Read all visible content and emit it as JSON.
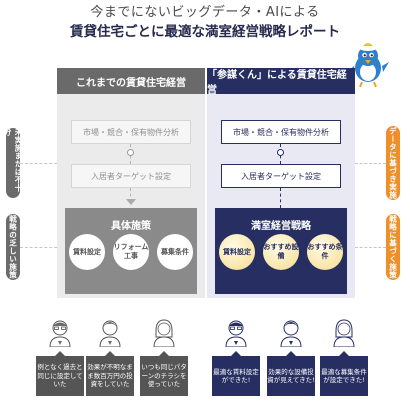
{
  "header": {
    "line1": "今までにないビッグデータ・AIによる",
    "line2": "賃貸住宅ごとに最適な満室経営戦略レポート"
  },
  "left_panel": {
    "title": "これまでの賃貸住宅経営",
    "step1": "市場・競合・保有物件分析",
    "step2": "入居者ターゲット設定",
    "action_title": "具体施策",
    "circles": [
      "賃料設定",
      "リフォーム工事",
      "募集条件"
    ]
  },
  "right_panel": {
    "title": "「参謀くん」による賃貸住宅経営",
    "step1": "市場・競合・保有物件分析",
    "step2": "入居者ターゲット設定",
    "action_title": "満室経営戦略",
    "circles": [
      "賃料設定",
      "おすすめ設備",
      "おすすめ条件"
    ]
  },
  "side_tags": {
    "left_top": "未実施または不十分",
    "left_bottom": "戦略の乏しい施策",
    "right_top": "データに基づき実施",
    "right_bottom": "戦略に基づく施策"
  },
  "bubbles_left": [
    "例となく過去と同じに設定していた",
    "効果が不明なまま数百万円の投資をしていた",
    "いつも同じパターンのチラシを使っていた"
  ],
  "bubbles_right": [
    "最適な賃料設定ができた!",
    "効果的な設備投資が見えてきた!",
    "最適な募集条件が設定できた!"
  ],
  "colors": {
    "navy": "#262e62",
    "gray": "#6a6a6a",
    "orange": "#ee8f2a",
    "gold": "#f5dc8a"
  },
  "icons": [
    "mascot-bird-icon",
    "arrow-down-icon",
    "person-icon"
  ]
}
